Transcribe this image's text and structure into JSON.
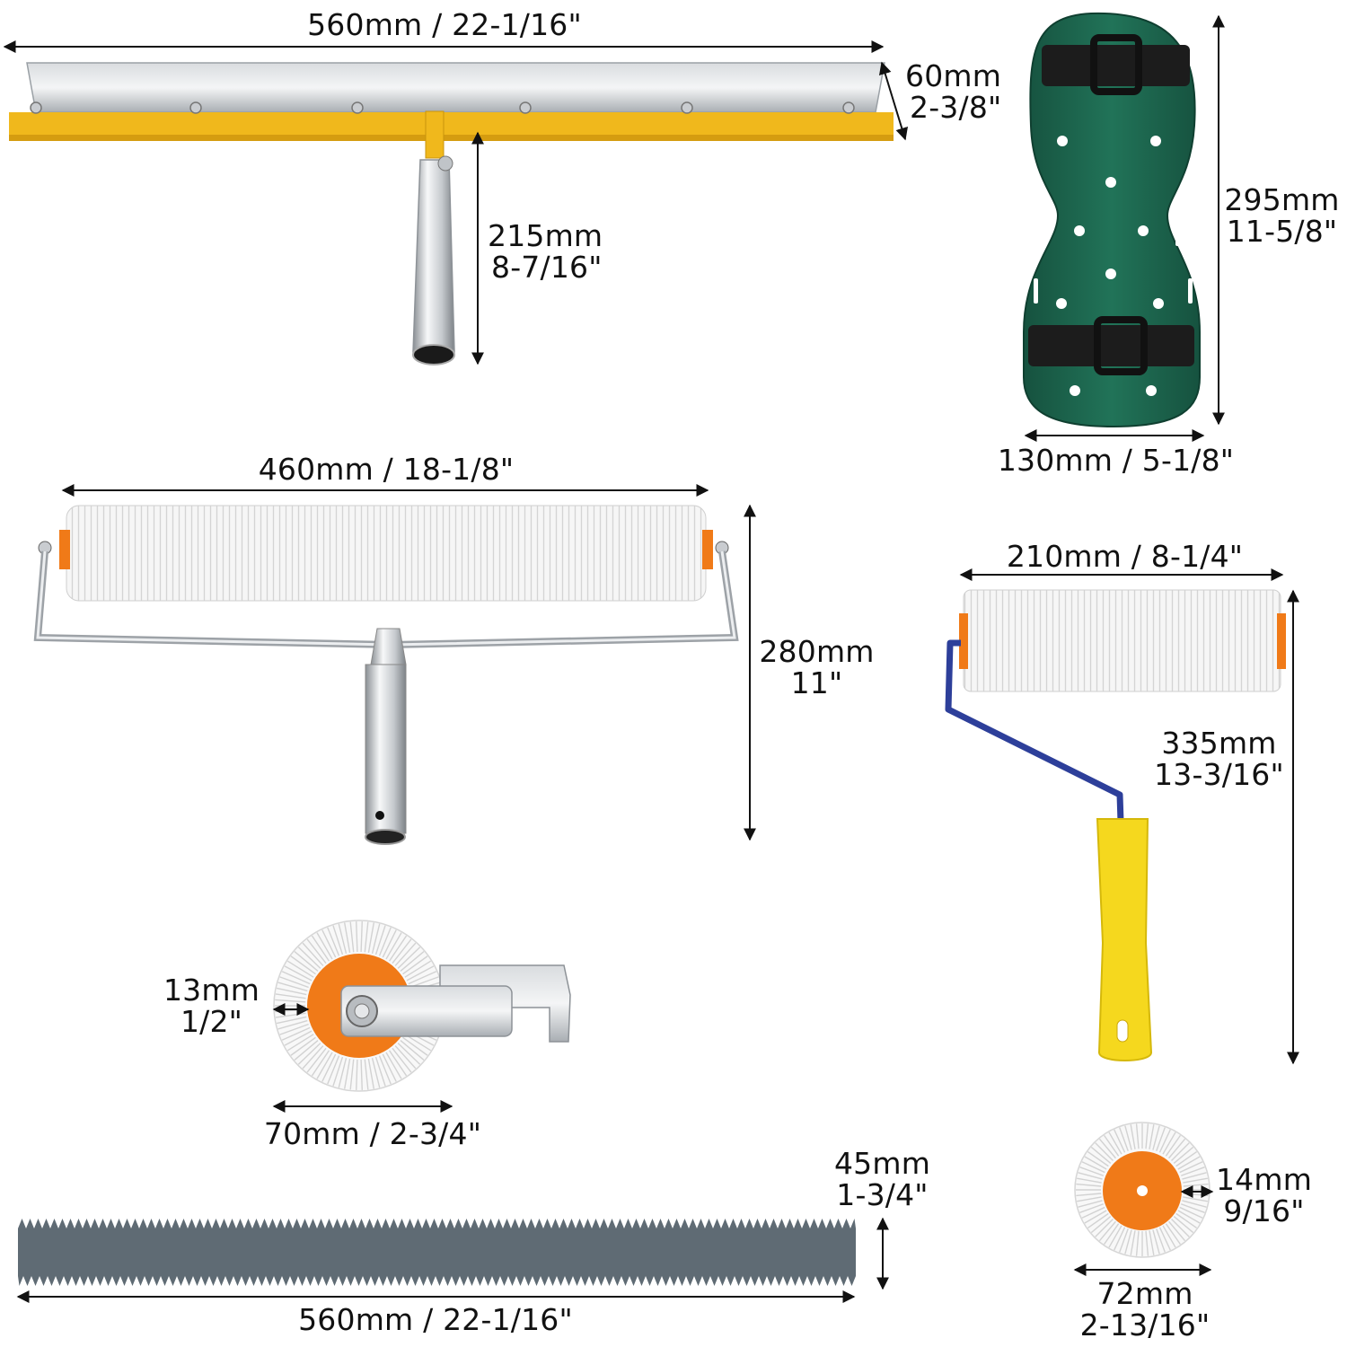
{
  "products": {
    "squeegee": {
      "width": "560mm / 22-1/16\"",
      "blade_mm": "60mm",
      "blade_in": "2-3/8\"",
      "handle_mm": "215mm",
      "handle_in": "8-7/16\""
    },
    "spiked_shoe": {
      "length_mm": "295mm",
      "length_in": "11-5/8\"",
      "width": "130mm / 5-1/8\""
    },
    "large_roller": {
      "width": "460mm / 18-1/8\"",
      "height_mm": "280mm",
      "height_in": "11\""
    },
    "medium_roller": {
      "width": "210mm / 8-1/4\"",
      "height_mm": "335mm",
      "height_in": "13-3/16\""
    },
    "small_roller": {
      "spike_mm": "13mm",
      "spike_in": "1/2\"",
      "diameter": "70mm / 2-3/4\""
    },
    "serrated_blade": {
      "height_mm": "45mm",
      "height_in": "1-3/4\"",
      "length": "560mm / 22-1/16\""
    },
    "mini_roller": {
      "spike_mm": "14mm",
      "spike_in": "9/16\"",
      "diameter_mm": "72mm",
      "diameter_in": "2-13/16\""
    }
  },
  "colors": {
    "blade_yellow": "#f0b81c",
    "shoe_green": "#1f6a55",
    "roller_orange": "#f07a18",
    "handle_blue": "#2d3f9a",
    "handle_yellow": "#f5d81e",
    "serrated_gray": "#5f6b74"
  }
}
